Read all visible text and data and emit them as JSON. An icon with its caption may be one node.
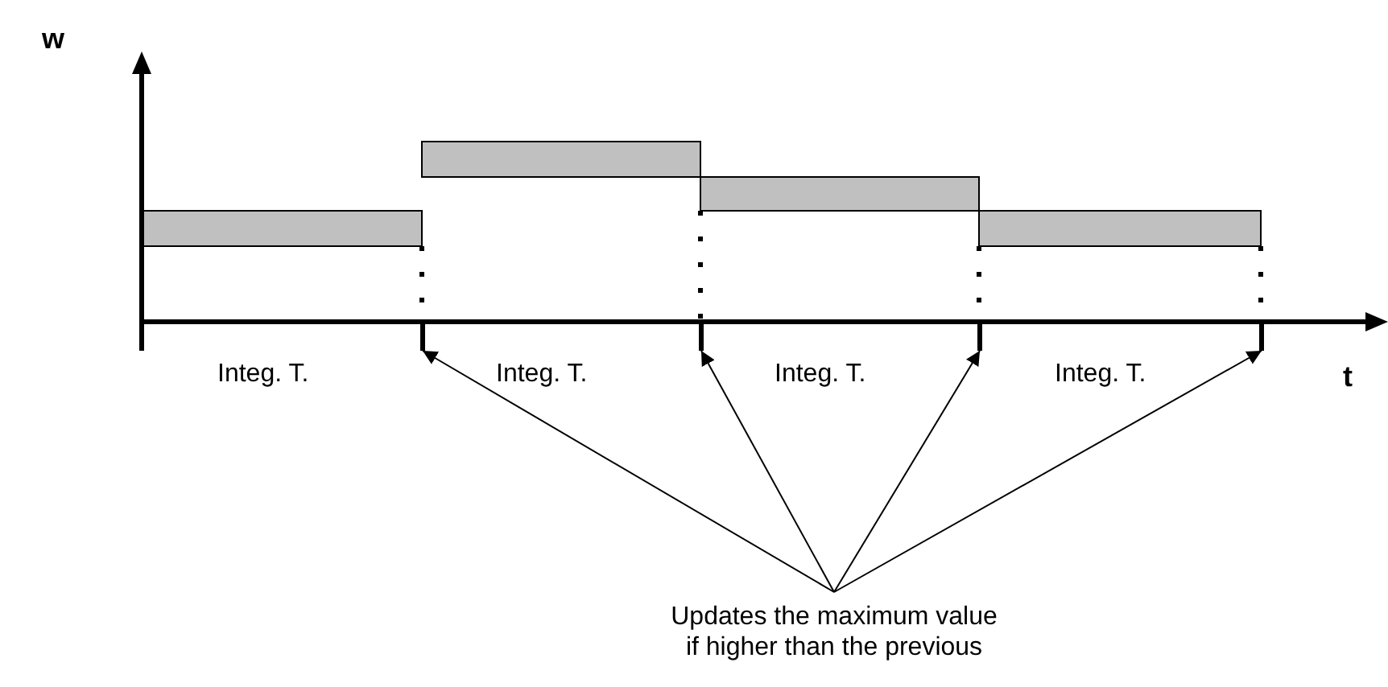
{
  "diagram": {
    "nodes": [
      {
        "text": [],
        "shape": "bar"
      },
      {
        "text": [],
        "shape": "bar"
      },
      {
        "text": [],
        "shape": "bar"
      },
      {
        "text": [],
        "shape": "bar"
      },
      {
        "text": [
          "Updates the maximum value if higher than the previous"
        ]
      }
    ],
    "edges": [
      {
        "from": 4,
        "to": 0,
        "arrow": "to"
      },
      {
        "from": 4,
        "to": 1,
        "arrow": "to"
      },
      {
        "from": 4,
        "to": 2,
        "arrow": "to"
      },
      {
        "from": 4,
        "to": 3,
        "arrow": "to"
      }
    ],
    "labels": [
      "w",
      "Integ. T.",
      "Integ. T.",
      "Integ. T.",
      "Integ. T.",
      "t"
    ]
  }
}
